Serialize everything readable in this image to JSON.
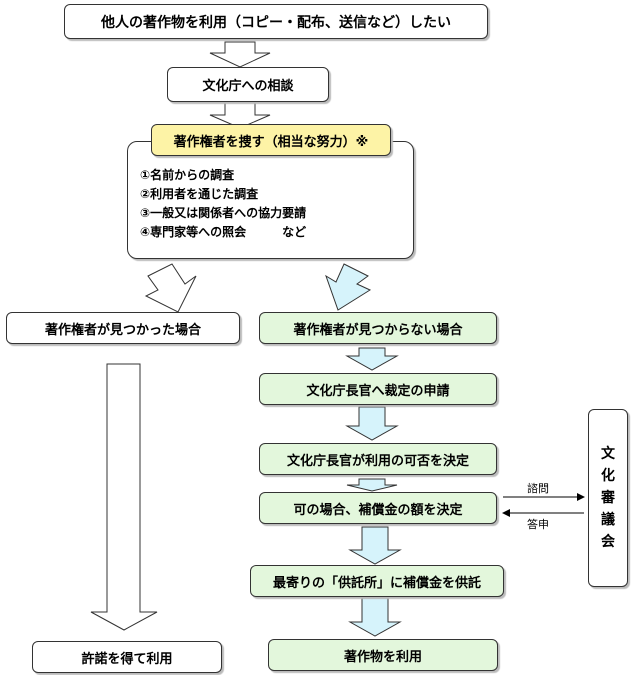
{
  "title": "他人の著作物を利用（コピー・配布、送信など）したい",
  "consult": "文化庁への相談",
  "search": {
    "header": "著作権者を捜す（相当な努力）※",
    "items": [
      "①名前からの調査",
      "②利用者を通じた調査",
      "③一般又は関係者への協力要請",
      "④専門家等への照会　　　など"
    ]
  },
  "found": "著作権者が見つかった場合",
  "permission": "許諾を得て利用",
  "not_found": "著作権者が見つからない場合",
  "steps": [
    "文化庁長官へ裁定の申請",
    "文化庁長官が利用の可否を決定",
    "可の場合、補償金の額を決定",
    "最寄りの「供託所」に補償金を供託",
    "著作物を利用"
  ],
  "council": [
    "文",
    "化",
    "審",
    "議",
    "会"
  ],
  "consultation_label": "諮問",
  "report_label": "答申",
  "colors": {
    "green": "#e3f7dc",
    "yellow": "#fdf3a6",
    "arrow_fill": "#d6f3fb"
  }
}
